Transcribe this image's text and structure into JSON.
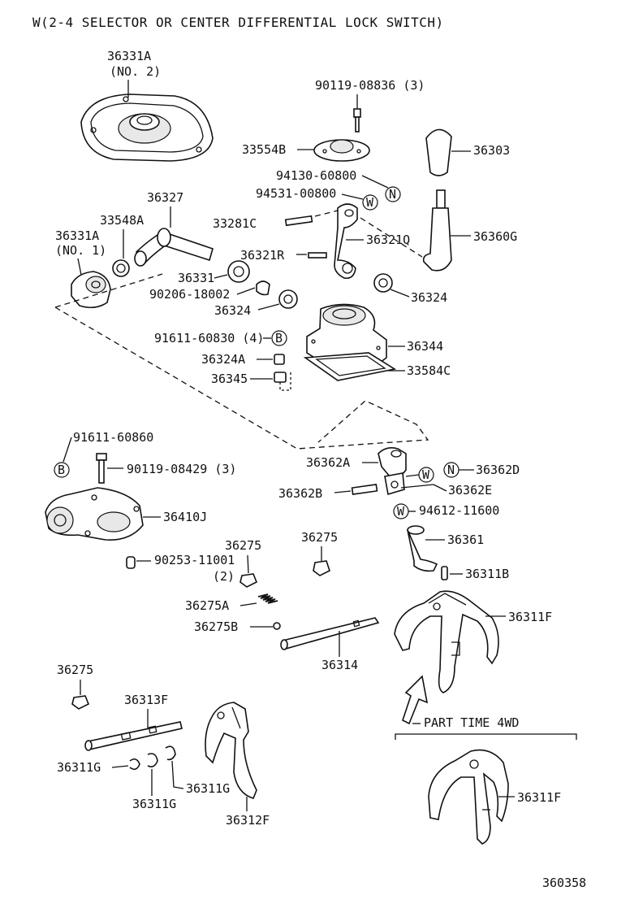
{
  "title": "W(2-4 SELECTOR OR CENTER DIFFERENTIAL LOCK SWITCH)",
  "figure_number": "360358",
  "section_label": "PART TIME 4WD",
  "labels": {
    "p36331A_2": "36331A",
    "p36331A_2_note": "(NO. 2)",
    "p90119_08836": "90119-08836 (3)",
    "p33554B": "33554B",
    "p36303": "36303",
    "p94130_60800": "94130-60800",
    "p94531_00800": "94531-00800",
    "p36327": "36327",
    "p33548A": "33548A",
    "p36331A_1": "36331A",
    "p36331A_1_note": "(NO. 1)",
    "p33281C": "33281C",
    "p36321Q": "36321Q",
    "p36360G": "36360G",
    "p36321R": "36321R",
    "p36331": "36331",
    "p90206_18002": "90206-18002",
    "p36324_a": "36324",
    "p36324_b": "36324",
    "p91611_60830": "91611-60830 (4)",
    "p36344": "36344",
    "p36324A": "36324A",
    "p33584C": "33584C",
    "p36345": "36345",
    "p91611_60860": "91611-60860",
    "p90119_08429": "90119-08429 (3)",
    "p36410J": "36410J",
    "p36362A": "36362A",
    "p36362D": "36362D",
    "p36362B": "36362B",
    "p36362E": "36362E",
    "p94612_11600": "94612-11600",
    "p36361": "36361",
    "p36275_a": "36275",
    "p36275_b": "36275",
    "p90253_11001": "90253-11001",
    "p90253_11001_qty": "(2)",
    "p36311B": "36311B",
    "p36275A": "36275A",
    "p36311F_a": "36311F",
    "p36275B": "36275B",
    "p36314": "36314",
    "p36275_c": "36275",
    "p36313F": "36313F",
    "p36311G_a": "36311G",
    "p36311G_b": "36311G",
    "p36311G_c": "36311G",
    "p36312F": "36312F",
    "p36311F_b": "36311F"
  },
  "markers": {
    "N": "N",
    "W": "W",
    "B": "B"
  }
}
